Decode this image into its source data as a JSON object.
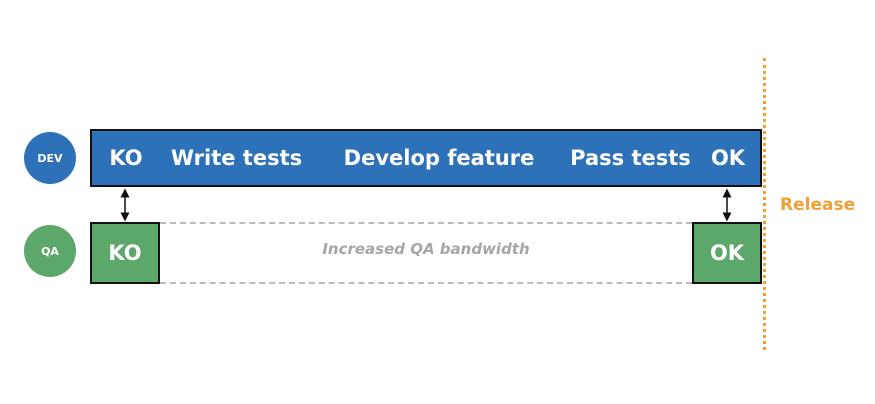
{
  "colors": {
    "dev": "#2d72b8",
    "qa": "#5ca86a",
    "release": "#f0a035",
    "muted": "#a6a6a6"
  },
  "badges": {
    "dev": "DEV",
    "qa": "QA"
  },
  "dev_row": {
    "segments": [
      {
        "label": "KO"
      },
      {
        "label": "Write tests"
      },
      {
        "label": "Develop feature"
      },
      {
        "label": "Pass tests"
      },
      {
        "label": "OK"
      }
    ]
  },
  "qa_row": {
    "ko_label": "KO",
    "ok_label": "OK",
    "bandwidth_label": "Increased QA bandwidth"
  },
  "release": {
    "label": "Release"
  }
}
